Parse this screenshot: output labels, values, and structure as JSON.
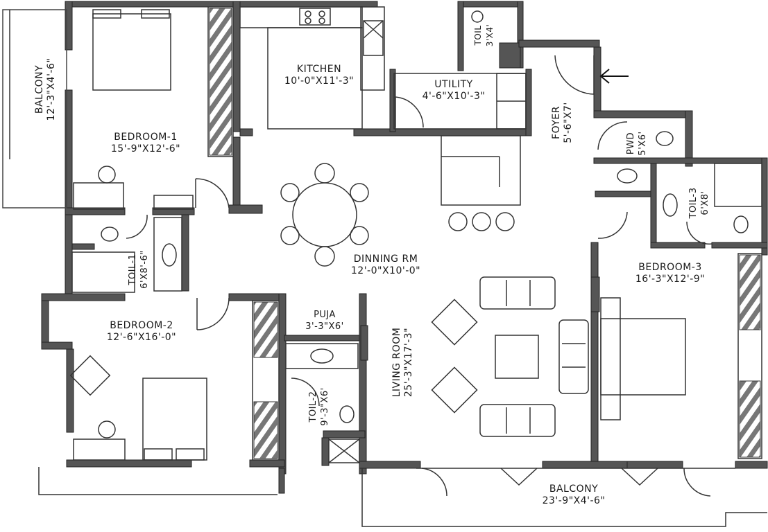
{
  "rooms": {
    "balcony_left": {
      "name": "BALCONY",
      "size": "12'-3\"X4'-6\""
    },
    "bedroom1": {
      "name": "BEDROOM-1",
      "size": "15'-9\"X12'-6\""
    },
    "kitchen": {
      "name": "KITCHEN",
      "size": "10'-0\"X11'-3\""
    },
    "utility": {
      "name": "UTILITY",
      "size": "4'-6\"X10'-3\""
    },
    "toil_top": {
      "name": "TOIL",
      "size": "3'X4'"
    },
    "foyer": {
      "name": "FOYER",
      "size": "5'-6\"X7'"
    },
    "pwd": {
      "name": "PWD",
      "size": "5'X6'"
    },
    "toil3": {
      "name": "TOIL-3",
      "size": "6'X8'"
    },
    "toil1": {
      "name": "TOIL-1",
      "size": "6'X8'-6\""
    },
    "dinning": {
      "name": "DINNING RM",
      "size": "12'-0\"X10'-0\""
    },
    "bedroom3": {
      "name": "BEDROOM-3",
      "size": "16'-3\"X12'-9\""
    },
    "bedroom2": {
      "name": "BEDROOM-2",
      "size": "12'-6\"X16'-0\""
    },
    "puja": {
      "name": "PUJA",
      "size": "3'-3\"X6'"
    },
    "living": {
      "name": "LIVING ROOM",
      "size": "25'-3\"X17'-3\""
    },
    "toil2": {
      "name": "TOIL-2",
      "size": "9'-3\"X6'"
    },
    "balcony_bottom": {
      "name": "BALCONY",
      "size": "23'-9\"X4'-6\""
    }
  },
  "colors": {
    "wall": "#555555",
    "line": "#333333",
    "fill": "#ffffff"
  },
  "icons": {
    "entry": "entry-arrow-icon"
  }
}
